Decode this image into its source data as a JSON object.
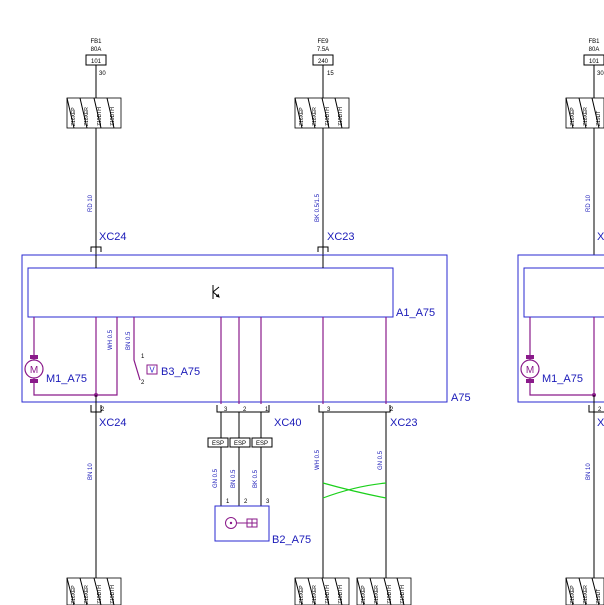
{
  "fuses": [
    {
      "id": "FB1",
      "rating": "80A",
      "box": "101",
      "pin": "30"
    },
    {
      "id": "FE9",
      "rating": "7.5A",
      "box": "240",
      "pin": "15"
    },
    {
      "id": "FB1",
      "rating": "80A",
      "box": "101",
      "pin": "30"
    }
  ],
  "splice_labels": {
    "top_left": [
      "Z16XEP",
      "Z18XER",
      "Z19DTH",
      "Z19DTH"
    ],
    "top_mid": [
      "Z16XEP",
      "Z18XER",
      "Z19DTH",
      "Z19DTH"
    ],
    "top_right": [
      "Z16XEP",
      "Z18XER",
      "Z19DT"
    ],
    "bottom": [
      "Z16XEP",
      "Z18XER",
      "Z19DTH",
      "Z19DTH"
    ],
    "bottom_right": [
      "Z16XEP",
      "Z18XER",
      "Z19DT"
    ]
  },
  "wires": {
    "rd10": "RD 10",
    "bk0515": "BK 0.5/1.5",
    "wh05": "WH 0.5",
    "bn05": "BN 0.5",
    "bn10": "BN 10",
    "gn05": "GN 0.5",
    "bk05": "BK 0.5"
  },
  "connectors": {
    "xc24": "XC24",
    "xc23": "XC23",
    "xc40": "XC40",
    "esp": "ESP",
    "x_partial": "X"
  },
  "components": {
    "a1": "A1_A75",
    "a75": "A75",
    "m1": "M1_A75",
    "b3": "B3_A75",
    "b2": "B2_A75",
    "motor_symbol": "M",
    "sensor_symbol": "V"
  },
  "pins": {
    "p1": "1",
    "p2": "2",
    "p3": "3"
  }
}
